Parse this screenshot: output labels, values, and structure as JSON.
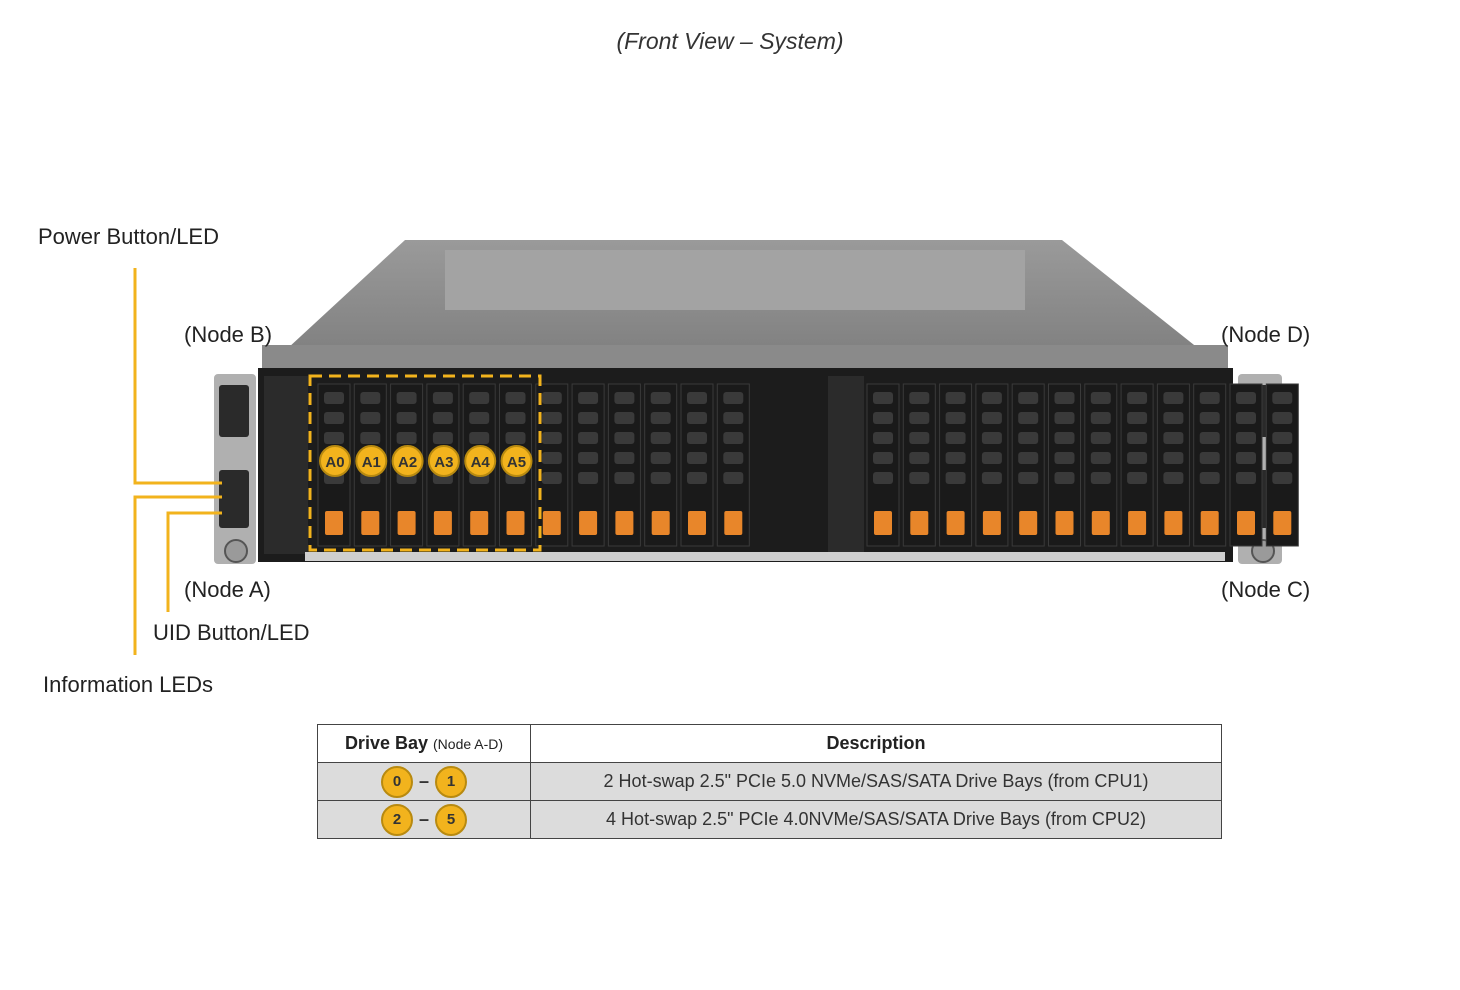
{
  "title": "(Front View – System)",
  "labels": {
    "power": "Power Button/LED",
    "node_b": "(Node B)",
    "node_d": "(Node D)",
    "node_a": "(Node A)",
    "node_c": "(Node C)",
    "uid": "UID Button/LED",
    "info": "Information LEDs"
  },
  "callout_badges": [
    "A0",
    "A1",
    "A2",
    "A3",
    "A4",
    "A5"
  ],
  "table": {
    "header_bay": "Drive Bay",
    "header_bay_note": "(Node A-D)",
    "header_desc": "Description",
    "dash": "–",
    "rows": [
      {
        "from": "0",
        "to": "1",
        "desc": "2 Hot-swap 2.5\" PCIe 5.0 NVMe/SAS/SATA Drive Bays (from CPU1)"
      },
      {
        "from": "2",
        "to": "5",
        "desc": "4 Hot-swap 2.5\" PCIe 4.0NVMe/SAS/SATA Drive Bays (from CPU2)"
      }
    ]
  },
  "colors": {
    "accent_yellow": "#f2b31d",
    "chassis": "#8d8d8d",
    "drive_tray": "#1a1a1a",
    "drive_latch": "#e8862a"
  }
}
